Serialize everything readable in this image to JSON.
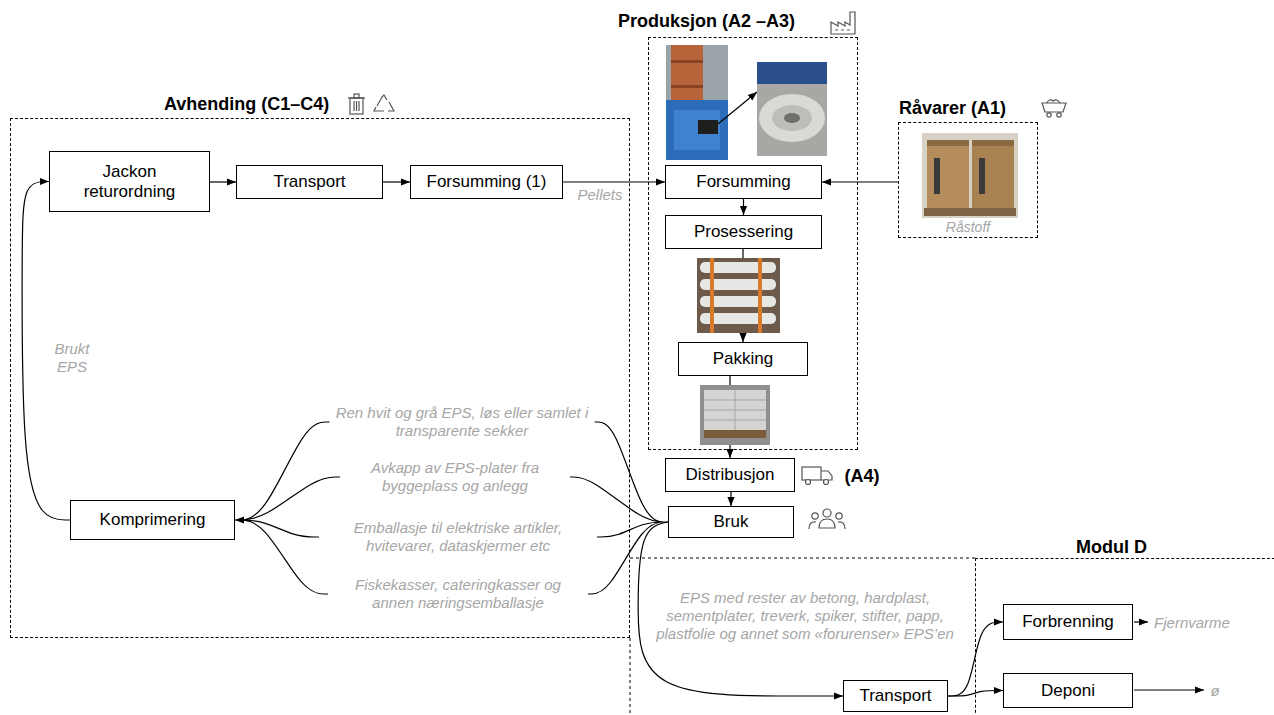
{
  "diagram": {
    "nodes": [
      {
        "text": [
          "Produksjon (A2 –A3)"
        ]
      },
      {
        "text": [
          "Avhending (C1–C4)"
        ]
      },
      {
        "text": [
          "Jackon returordning"
        ],
        "in": 1
      },
      {
        "text": [
          "Transport"
        ],
        "in": 1
      },
      {
        "text": [
          "Forsumming (1)"
        ],
        "in": 1
      },
      {
        "text": [
          "Forsumming"
        ],
        "in": 0
      },
      {
        "text": [
          "Råvarer (A1)",
          "Råstoff"
        ]
      },
      {
        "text": [
          "Prosessering"
        ],
        "in": 0
      },
      {
        "text": [
          "Pakking"
        ],
        "in": 0
      },
      {
        "text": [
          "Distribusjon"
        ]
      },
      {
        "text": [
          "Komprimering"
        ],
        "in": 1
      },
      {
        "text": [
          "Bruk"
        ]
      },
      {
        "text": [
          "Modul D"
        ]
      },
      {
        "text": [
          "Transport"
        ]
      },
      {
        "text": [
          "Forbrenning"
        ],
        "in": 12
      },
      {
        "text": [
          "Deponi"
        ],
        "in": 12
      }
    ],
    "edges": [
      {
        "from": 2,
        "to": 3,
        "arrow": "to"
      },
      {
        "from": 3,
        "to": 4,
        "arrow": "to"
      },
      {
        "from": 4,
        "to": 5,
        "label": "Pellets",
        "arrow": "to"
      },
      {
        "from": 6,
        "to": 5,
        "arrow": "to"
      },
      {
        "from": 5,
        "to": 7,
        "arrow": "to"
      },
      {
        "from": 7,
        "to": 8,
        "arrow": "to"
      },
      {
        "from": 8,
        "to": 9,
        "arrow": "to"
      },
      {
        "from": 9,
        "to": 11,
        "arrow": "to"
      },
      {
        "from": 11,
        "to": 10,
        "arrow": "to"
      },
      {
        "from": 10,
        "to": 2,
        "label": "Brukt EPS",
        "arrow": "to"
      },
      {
        "from": 11,
        "to": 13,
        "arrow": "to"
      },
      {
        "from": 13,
        "to": 14,
        "arrow": "to"
      },
      {
        "from": 13,
        "to": 15,
        "arrow": "to"
      }
    ],
    "labels": [
      "(A4)",
      "Ren hvit og grå EPS, løs eller samlet i transparente sekker",
      "Avkapp av EPS-plater fra byggeplass og anlegg",
      "Emballasje til elektriske artikler, hvitevarer, dataskjermer etc",
      "Fiskekasser, cateringkasser og annen næringsemballasje",
      "EPS med rester av betong, hardplast, sementplater, treverk, spiker, stifter, papp, plastfolie og annet som «forurenser» EPS’en",
      "Fjernvarme",
      "ø"
    ]
  }
}
